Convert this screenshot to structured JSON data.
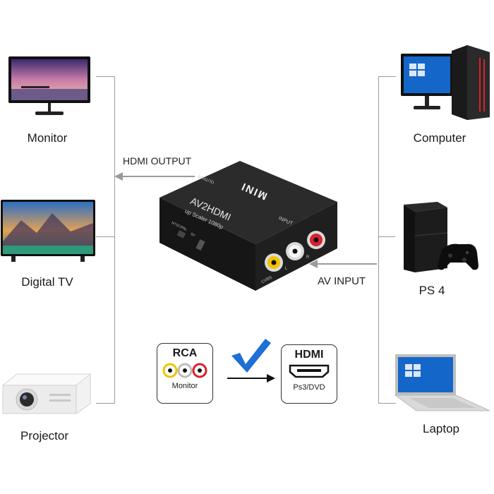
{
  "outputs": [
    {
      "label": "Monitor"
    },
    {
      "label": "Digital  TV"
    },
    {
      "label": "Projector"
    }
  ],
  "inputs": [
    {
      "label": "Computer"
    },
    {
      "label": "PS 4"
    },
    {
      "label": "Laptop"
    }
  ],
  "hdmi_output_label": "HDMI OUTPUT",
  "av_input_label": "AV INPUT",
  "converter": {
    "brand": "MINI",
    "model": "AV2HDMI",
    "subtitle": "up Scaler 1080p",
    "hdmi_port_label": "OUTPUT",
    "input_label": "INPUT",
    "cvbs_label": "CVBS",
    "l_label": "L",
    "r_label": "R",
    "switch_label": "NTSC/PAL",
    "power_label": "5V"
  },
  "rca_box": {
    "title": "RCA",
    "caption": "Monitor"
  },
  "hdmi_box": {
    "title": "HDMI",
    "caption": "Ps3/DVD"
  },
  "colors": {
    "bracket": "#9a9a9a",
    "check": "#1e6fd6",
    "yellow": "#f2c200",
    "white": "#e8e8e8",
    "red": "#d8222b"
  }
}
